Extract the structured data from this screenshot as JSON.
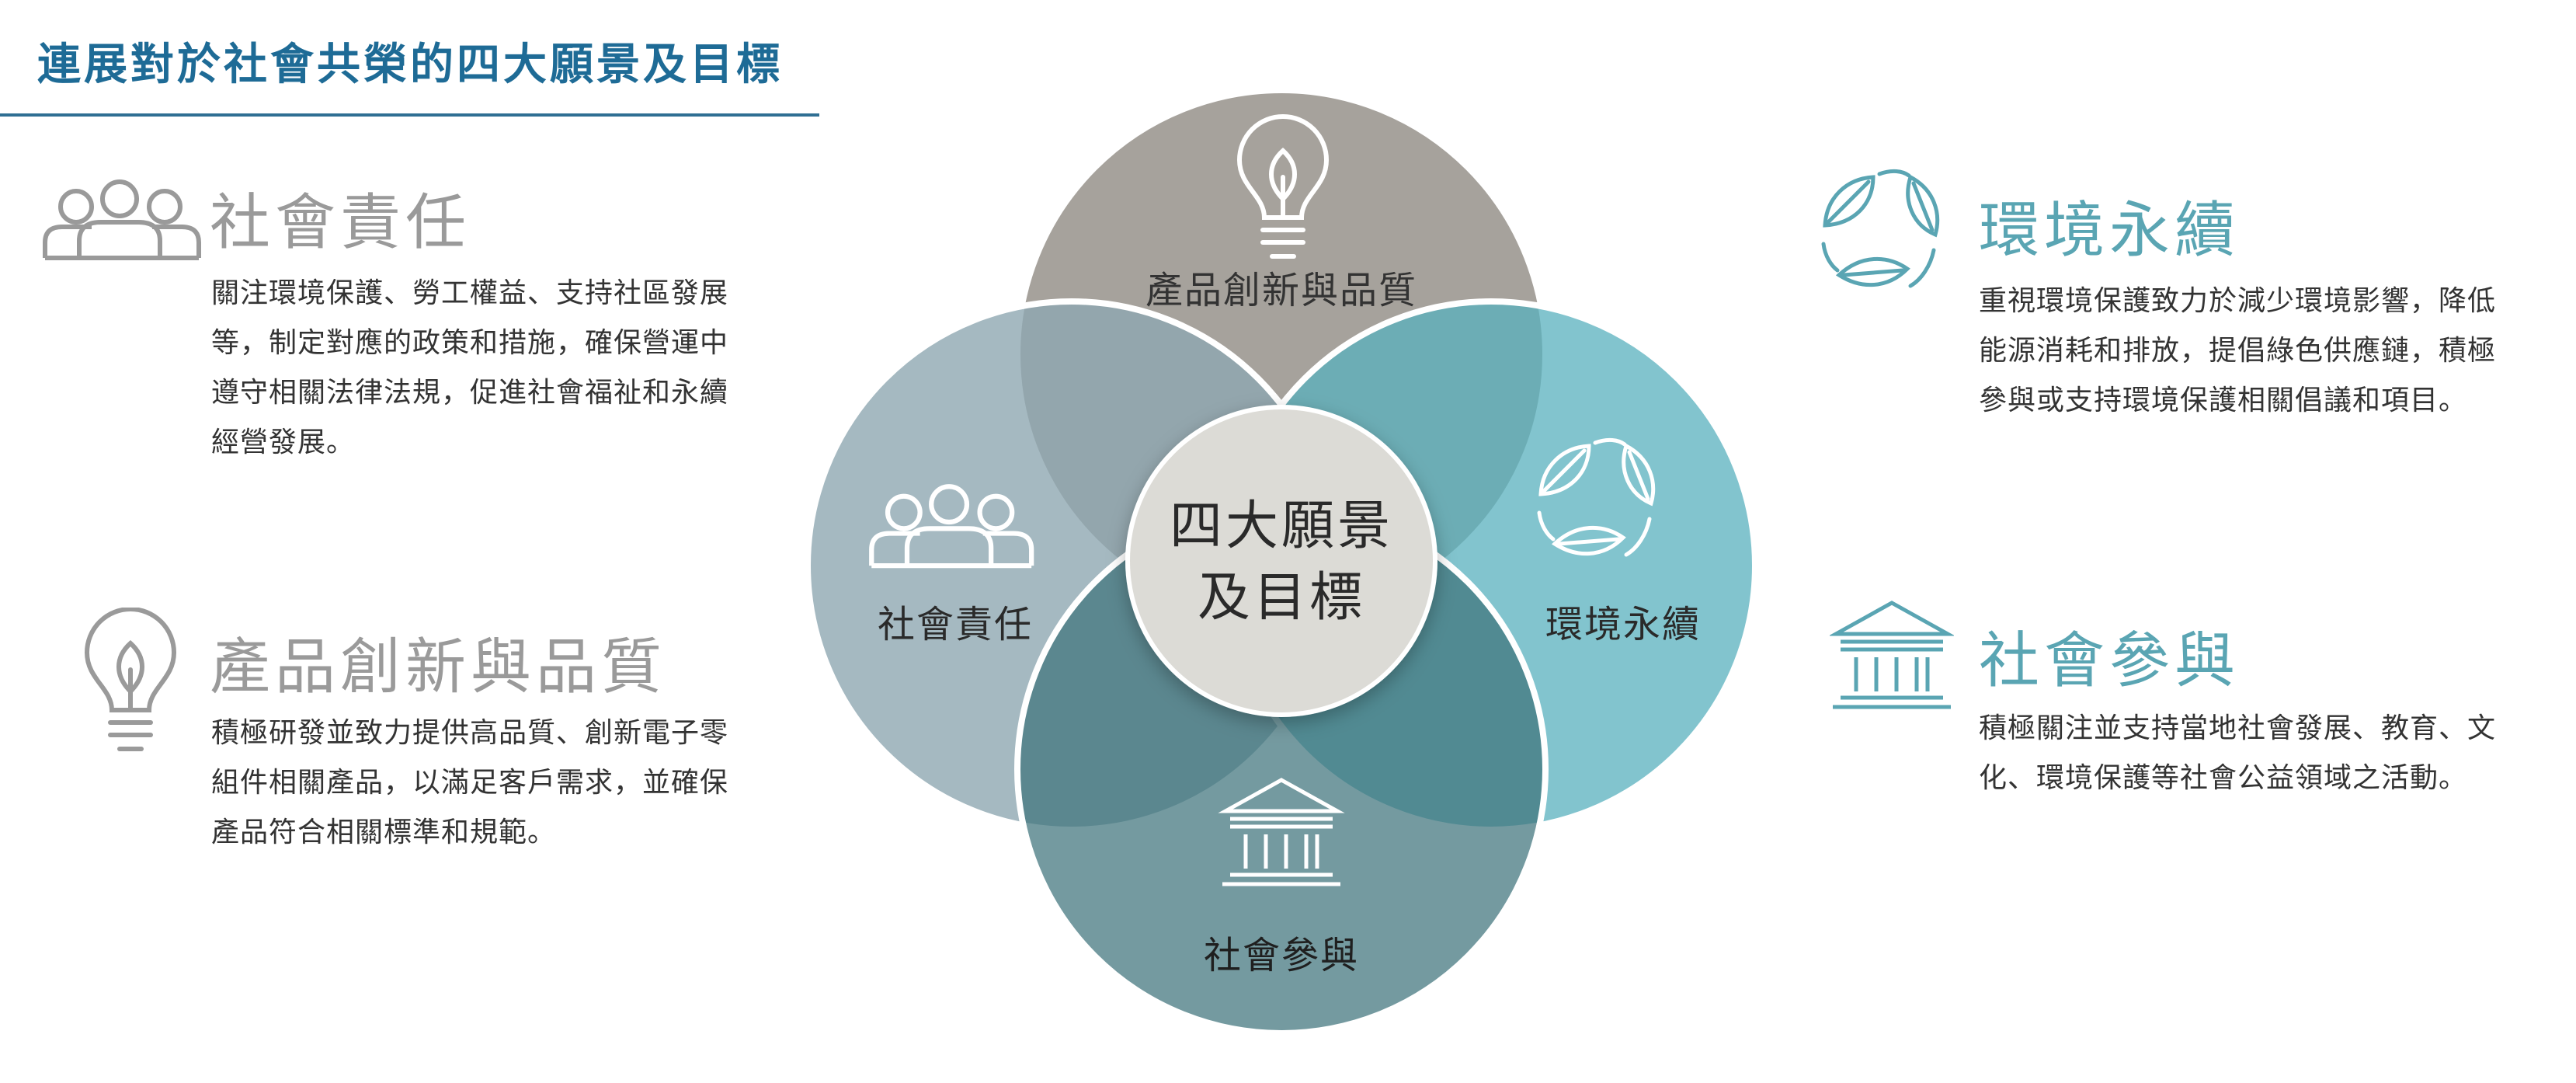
{
  "page_title": "連展對於社會共榮的四大願景及目標",
  "center": {
    "line1": "四大願景",
    "line2": "及目標"
  },
  "colors": {
    "title": "#1e6b96",
    "gray": "#9a9a9a",
    "teal": "#5aa5b3",
    "circle_top": "#a6a29c",
    "circle_left": "#a2b7bf",
    "circle_right": "#7cc1cd",
    "circle_bottom": "#6a9197"
  },
  "circles": {
    "top": {
      "label": "產品創新與品質",
      "icon": "lightbulb-icon"
    },
    "left": {
      "label": "社會責任",
      "icon": "people-icon"
    },
    "right": {
      "label": "環境永續",
      "icon": "leaves-icon"
    },
    "bottom": {
      "label": "社會參與",
      "icon": "institution-icon"
    }
  },
  "sections": {
    "social_responsibility": {
      "title": "社會責任",
      "lines": [
        "關注環境保護、勞工權益、支持社區發展",
        "等，制定對應的政策和措施，確保營運中",
        "遵守相關法律法規，促進社會福祉和永續",
        "經營發展。"
      ]
    },
    "product_innovation": {
      "title": "產品創新與品質",
      "lines": [
        "積極研發並致力提供高品質、創新電子零",
        "組件相關產品，以滿足客戶需求，並確保",
        "產品符合相關標準和規範。"
      ]
    },
    "environmental": {
      "title": "環境永續",
      "lines": [
        "重視環境保護致力於減少環境影響，降低",
        "能源消耗和排放，提倡綠色供應鏈，積極",
        "參與或支持環境保護相關倡議和項目。"
      ]
    },
    "social_participation": {
      "title": "社會參與",
      "lines": [
        "積極關注並支持當地社會發展、教育、文",
        "化、環境保護等社會公益領域之活動。"
      ]
    }
  }
}
